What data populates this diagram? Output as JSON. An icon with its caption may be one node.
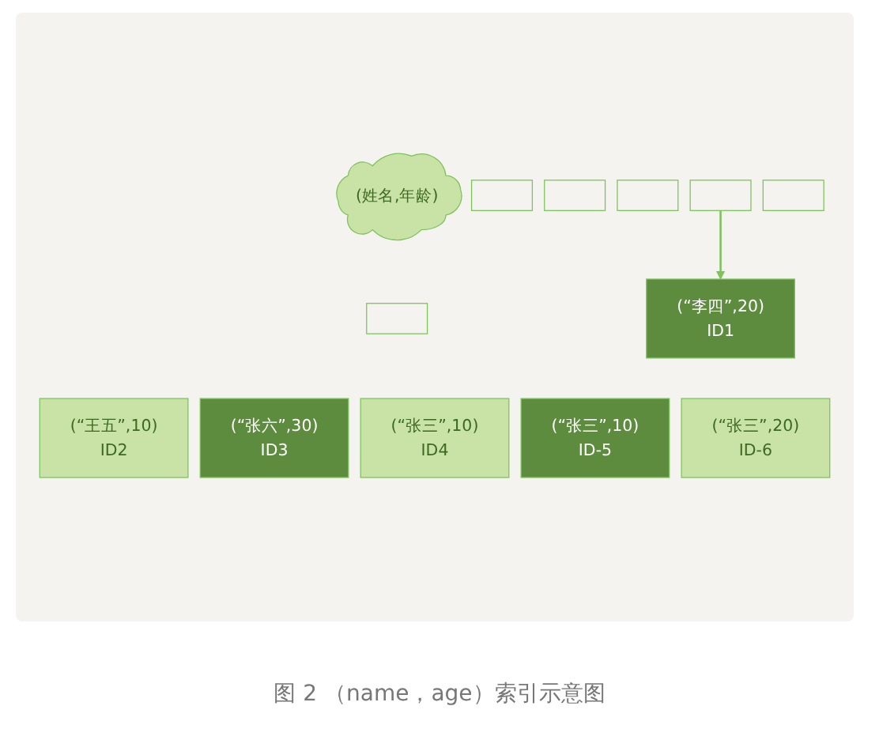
{
  "diagram": {
    "caption": "图 2 （name，age）索引示意图",
    "nodes": [
      {
        "text": [
          "(姓名,年龄)"
        ]
      },
      {
        "text": [],
        "shape": "box"
      },
      {
        "text": [],
        "shape": "box"
      },
      {
        "text": [],
        "shape": "box"
      },
      {
        "text": [],
        "shape": "box"
      },
      {
        "text": [],
        "shape": "box"
      },
      {
        "text": [],
        "shape": "box"
      },
      {
        "text": [
          "(“李四”,20)",
          "ID1"
        ]
      },
      {
        "text": [
          "(“王五”,10)",
          "ID2"
        ]
      },
      {
        "text": [
          "(“张六”,30)",
          "ID3"
        ]
      },
      {
        "text": [
          "(“张三”,10)",
          "ID4"
        ]
      },
      {
        "text": [
          "(“张三”,10)",
          "ID-5"
        ]
      },
      {
        "text": [
          "(“张三”,20)",
          "ID-6"
        ]
      }
    ],
    "edges": [
      {
        "from": 5,
        "to": 7,
        "arrow": "to"
      }
    ]
  }
}
